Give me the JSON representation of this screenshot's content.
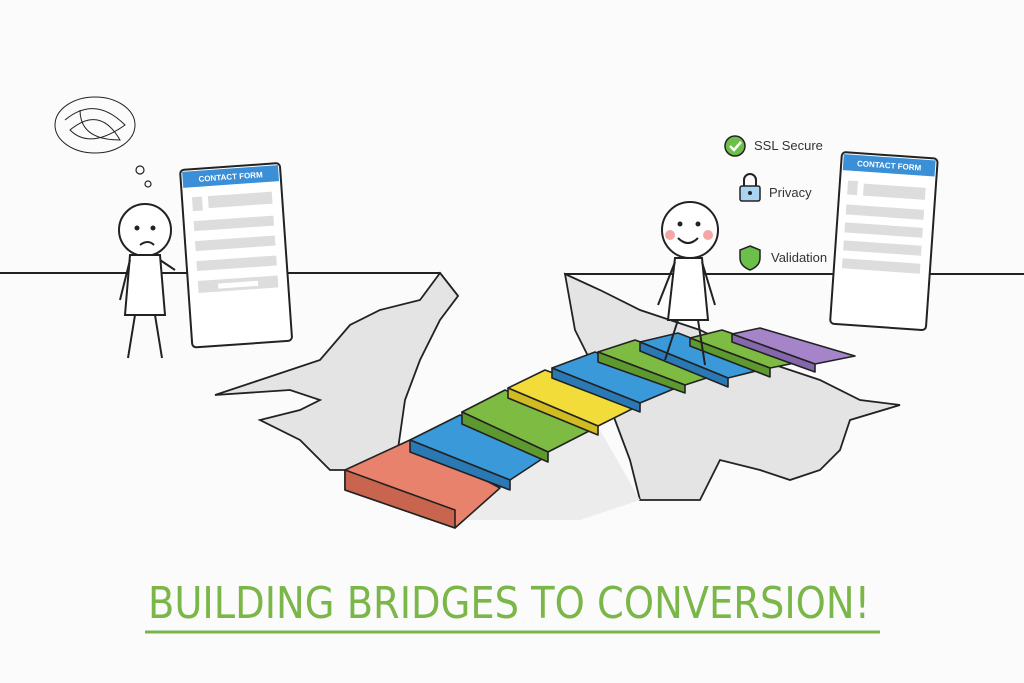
{
  "headline": "BUILDING BRIDGES TO CONVERSION!",
  "left_form": {
    "title": "CONTACT FORM"
  },
  "right_form": {
    "title": "CONTACT FORM"
  },
  "trust_badges": [
    {
      "icon": "check-circle-icon",
      "label": "SSL Secure"
    },
    {
      "icon": "lock-icon",
      "label": "Privacy"
    },
    {
      "icon": "shield-icon",
      "label": "Validation"
    }
  ],
  "colors": {
    "accent_green": "#7ab648",
    "form_blue": "#3a8fd6",
    "planks": [
      "#e8826c",
      "#3a9ad9",
      "#7dbb42",
      "#f1dc3a",
      "#3a9ad9",
      "#7dbb42",
      "#3a9ad9",
      "#7dbb42",
      "#a584c9"
    ]
  }
}
